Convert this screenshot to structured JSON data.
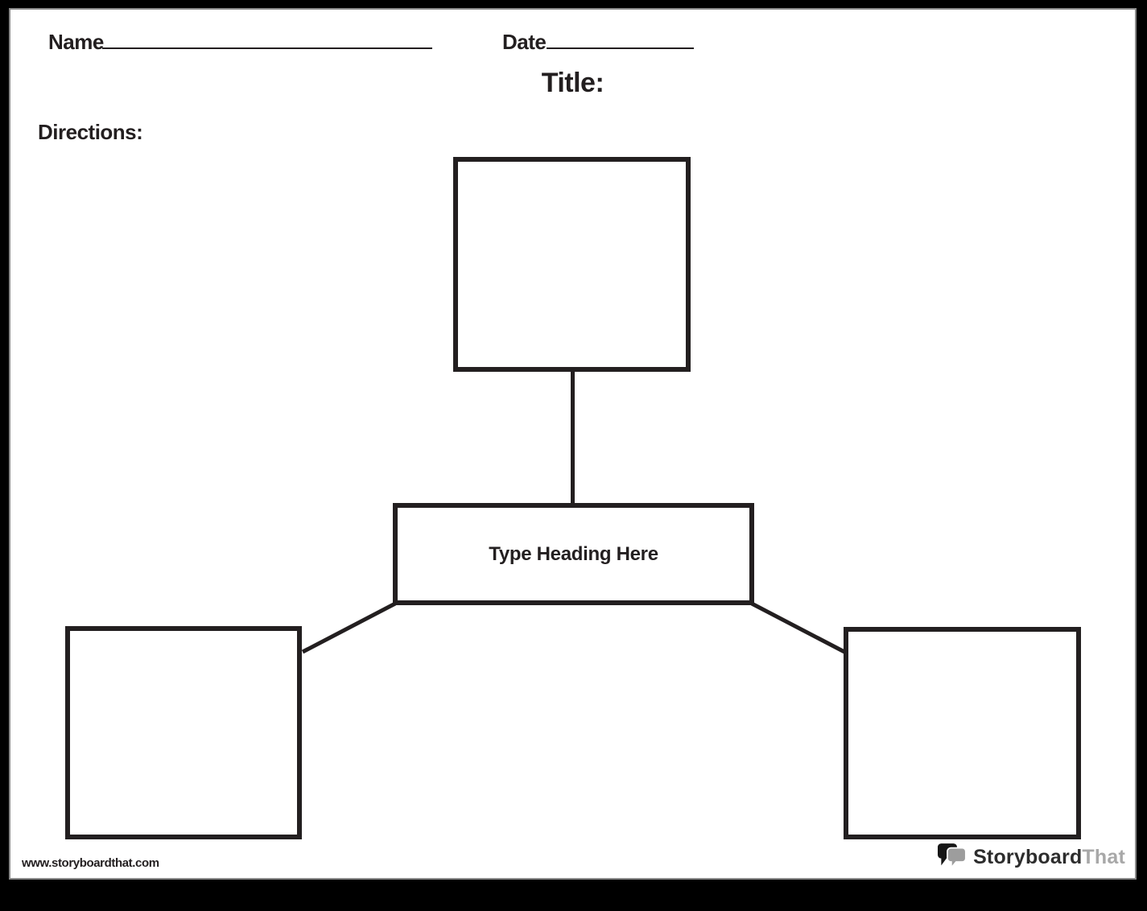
{
  "header": {
    "name_label": "Name",
    "date_label": "Date",
    "title_label": "Title:",
    "directions_label": "Directions:"
  },
  "diagram": {
    "heading_placeholder": "Type Heading Here",
    "empty_box_count": 3
  },
  "footer": {
    "url": "www.storyboardthat.com",
    "logo_primary": "Storyboard",
    "logo_secondary": "That"
  },
  "colors": {
    "ink": "#231f20",
    "frame": "#000000",
    "page_background": "#ffffff",
    "page_edge": "#8a8a8a",
    "logo_gray": "#a8a8a8"
  }
}
